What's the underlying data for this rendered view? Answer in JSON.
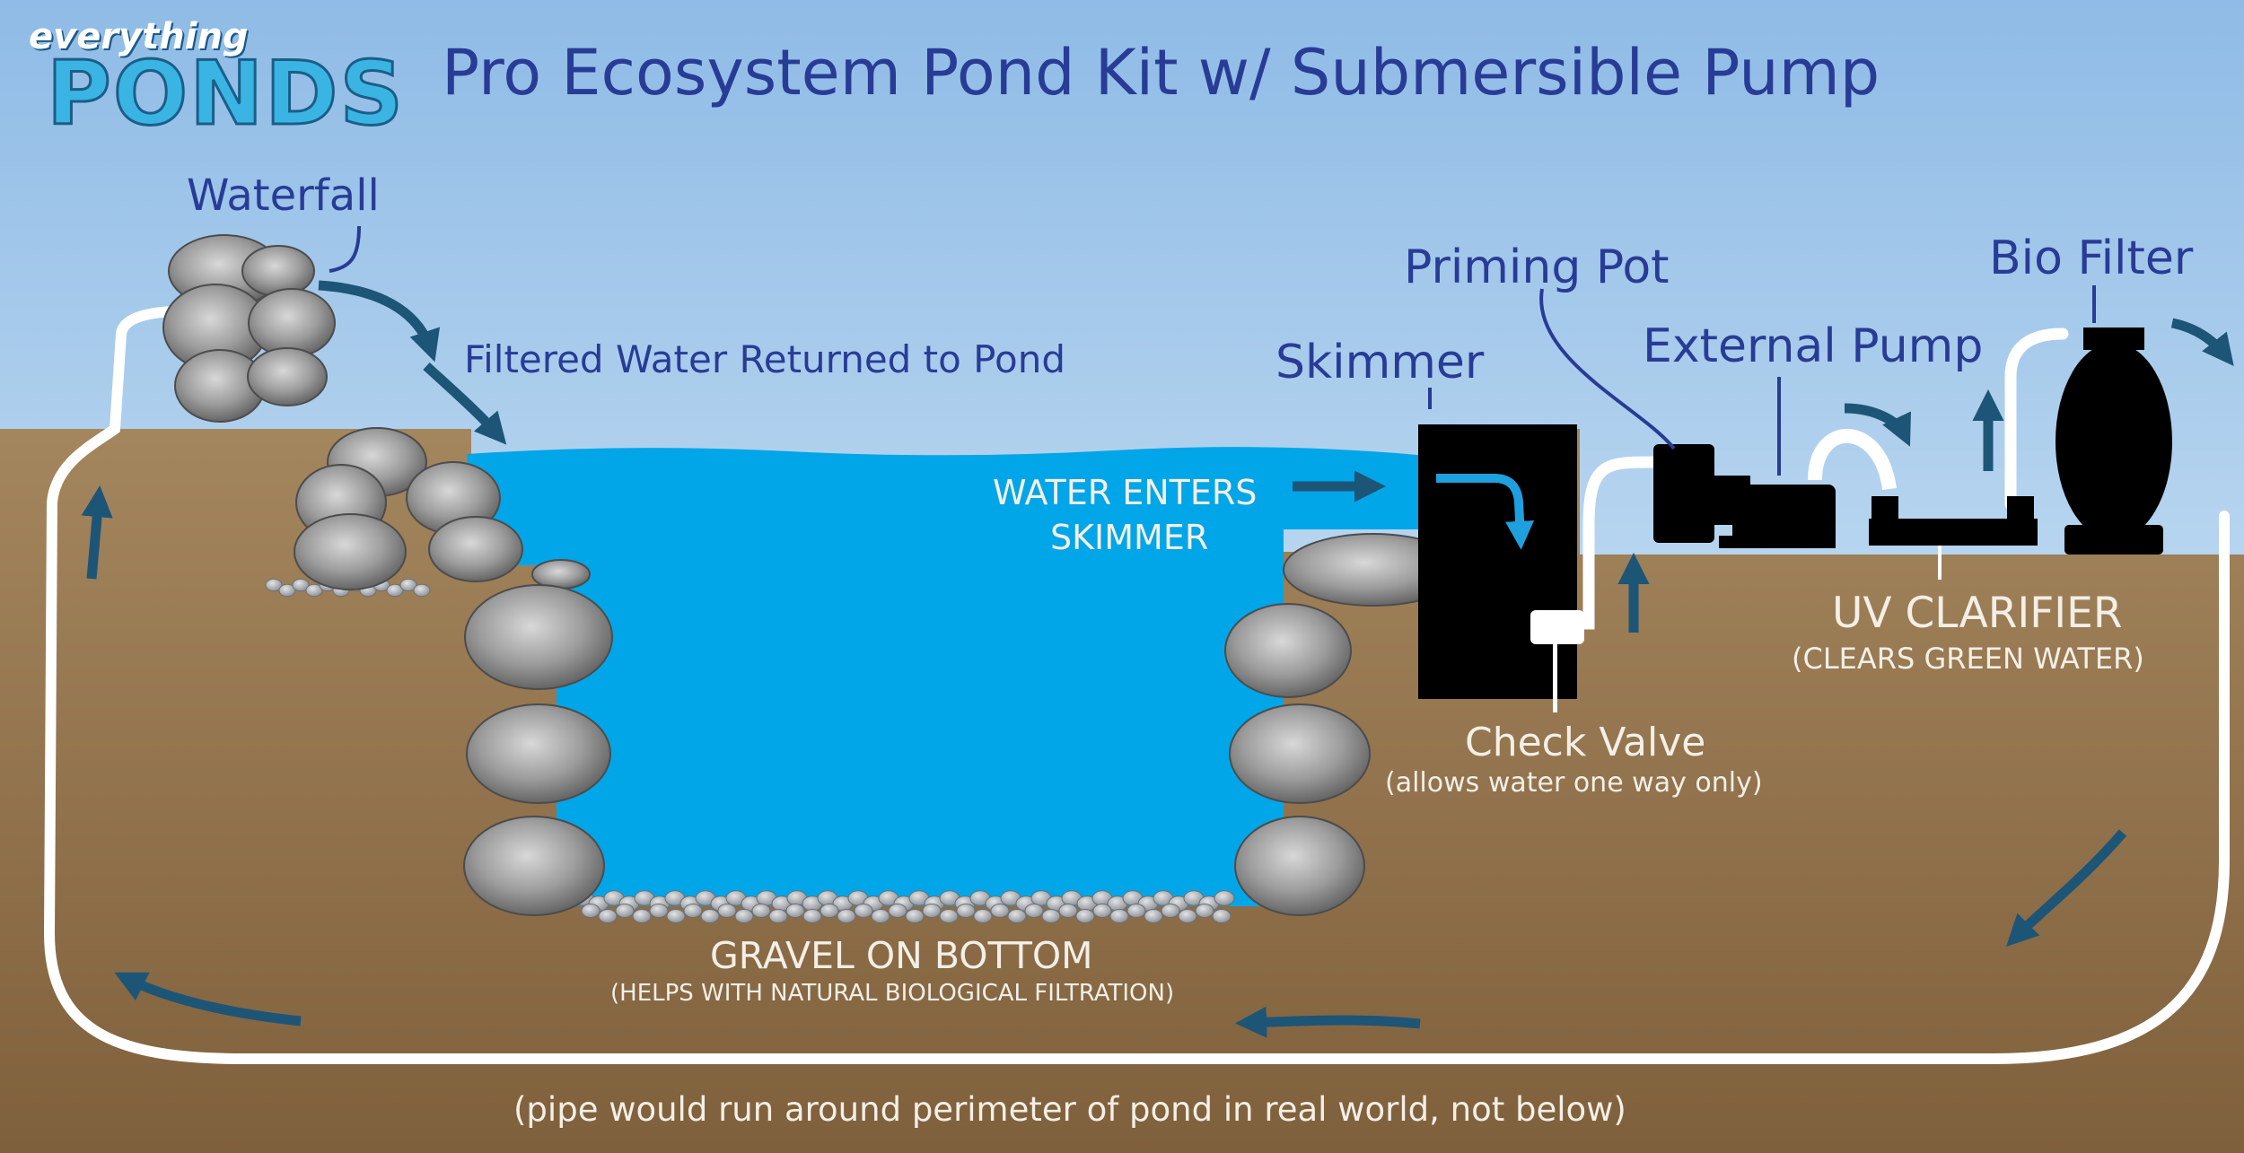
{
  "logo": {
    "top": "everything",
    "main": "PONDS"
  },
  "title": "Pro Ecosystem Pond Kit w/ Submersible Pump",
  "labels": {
    "waterfall": "Waterfall",
    "filtered_water": "Filtered Water Returned to Pond",
    "skimmer": "Skimmer",
    "priming_pot": "Priming Pot",
    "external_pump": "External Pump",
    "bio_filter": "Bio Filter",
    "water_enters_1": "WATER ENTERS",
    "water_enters_2": "SKIMMER",
    "uv_clarifier": "UV CLARIFIER",
    "uv_note": "(CLEARS GREEN WATER)",
    "check_valve": "Check Valve",
    "check_valve_note": "(allows water one way only)",
    "gravel": "GRAVEL ON BOTTOM",
    "gravel_note": "(HELPS WITH NATURAL BIOLOGICAL FILTRATION)",
    "pipe_note": "(pipe would run around perimeter of pond in real world, not below)"
  },
  "colors": {
    "sky_top": "#8fbbe6",
    "sky_bottom": "#b7d5ef",
    "ground_top": "#a4865e",
    "ground_bottom": "#7f603c",
    "water": "#00a6e8",
    "equipment": "#000000",
    "pipe": "#ffffff",
    "arrow": "#1d5577",
    "label_dark": "#283c96",
    "label_light": "#f4efe6"
  }
}
